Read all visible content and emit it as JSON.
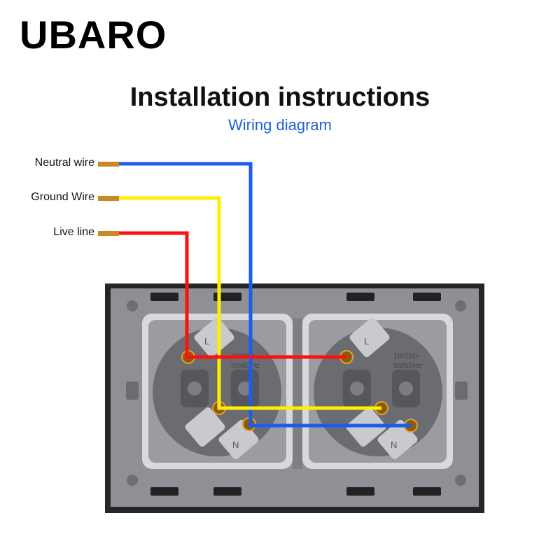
{
  "brand": "UBARO",
  "title": "Installation instructions",
  "subtitle": "Wiring diagram",
  "wires": [
    {
      "label": "Neutral wire",
      "color": "#1a5cf0"
    },
    {
      "label": "Ground Wire",
      "color": "#ffee00"
    },
    {
      "label": "Live line",
      "color": "#ff1010"
    }
  ],
  "sockets": [
    {
      "rating_line1": "10/250~",
      "rating_line2": "50/60Hz",
      "terminal_live": "L",
      "terminal_neutral": "N"
    },
    {
      "rating_line1": "10/250~",
      "rating_line2": "50/60Hz",
      "terminal_live": "L",
      "terminal_neutral": "N"
    }
  ],
  "colors": {
    "panel": "#2b2b2b",
    "plate": "#8f9196",
    "socket": "#5f6166",
    "accent_blue": "#1f5fd6"
  }
}
